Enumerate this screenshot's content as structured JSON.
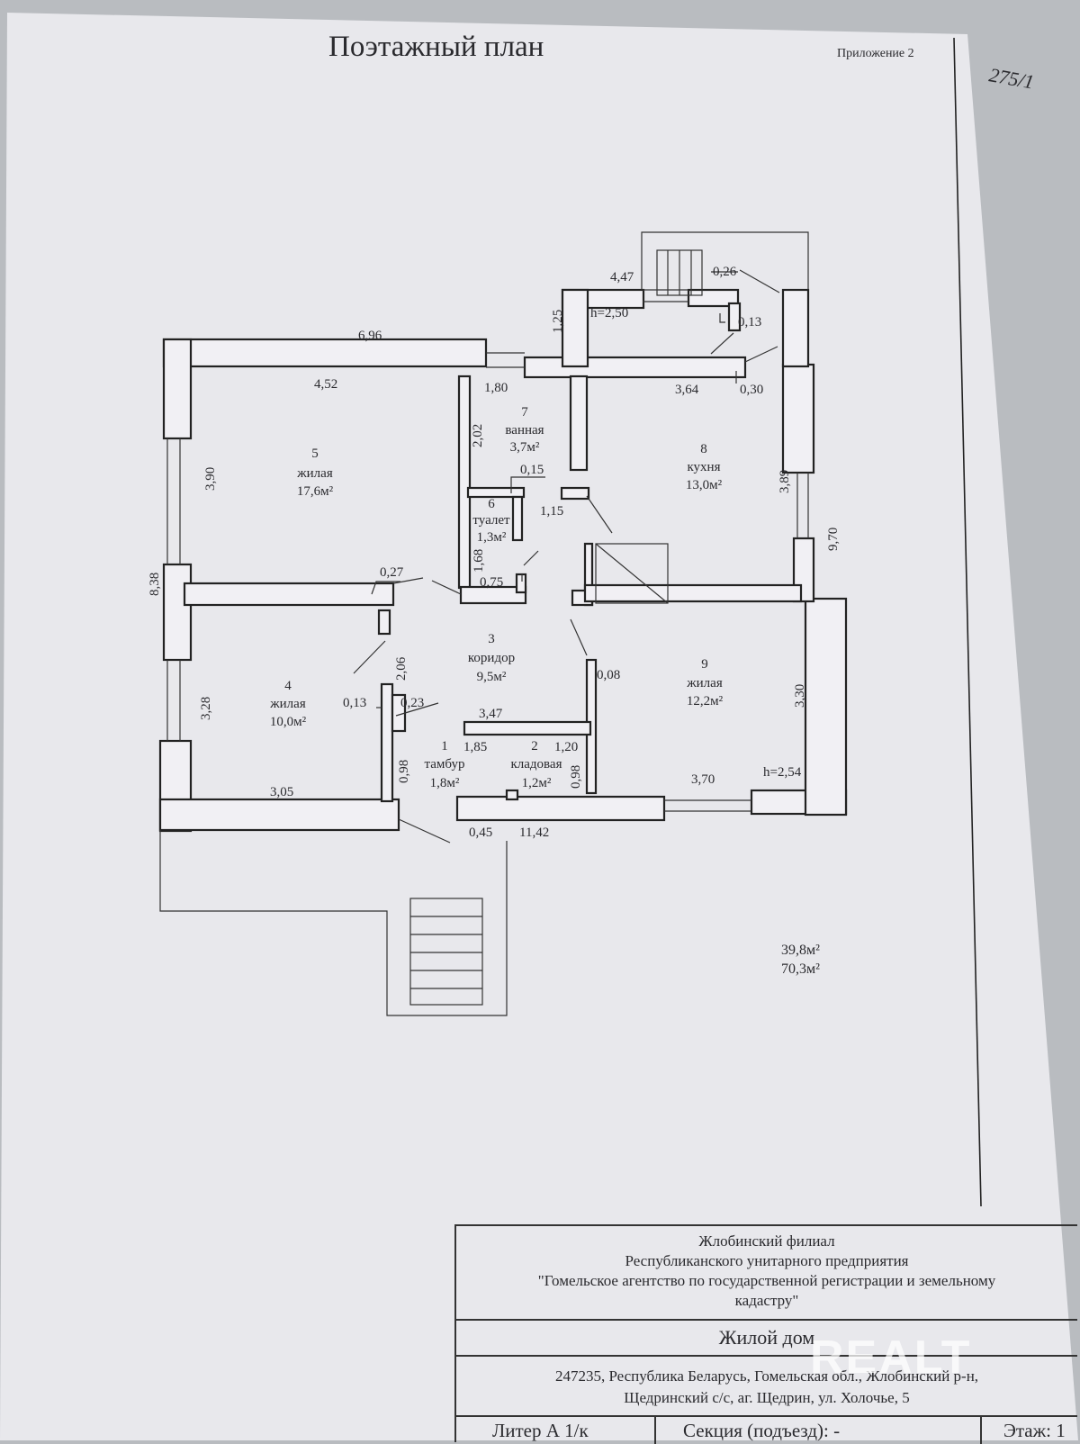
{
  "header": {
    "title": "Поэтажный план",
    "appendix": "Приложение 2",
    "handwritten_note": "275/1"
  },
  "rooms": [
    {
      "num": "1",
      "name": "тамбур",
      "area": "1,8м²"
    },
    {
      "num": "2",
      "name": "кладовая",
      "area": "1,2м²"
    },
    {
      "num": "3",
      "name": "коридор",
      "area": "9,5м²"
    },
    {
      "num": "4",
      "name": "жилая",
      "area": "10,0м²"
    },
    {
      "num": "5",
      "name": "жилая",
      "area": "17,6м²"
    },
    {
      "num": "6",
      "name": "туалет",
      "area": "1,3м²"
    },
    {
      "num": "7",
      "name": "ванная",
      "area": "3,7м²"
    },
    {
      "num": "8",
      "name": "кухня",
      "area": "13,0м²"
    },
    {
      "num": "9",
      "name": "жилая",
      "area": "12,2м²"
    }
  ],
  "dimensions": {
    "d_6_96": "6,96",
    "d_4_52": "4,52",
    "d_1_80": "1,80",
    "d_1_25": "1,25",
    "d_4_47": "4,47",
    "d_h250": "h=2,50",
    "d_0_26": "0,26",
    "d_0_13a": "0,13",
    "d_3_64": "3,64",
    "d_0_30": "0,30",
    "d_2_02": "2,02",
    "d_0_15": "0,15",
    "d_1_15": "1,15",
    "d_3_90": "3,90",
    "d_3_89": "3,89",
    "d_9_70": "9,70",
    "d_8_38": "8,38",
    "d_0_27": "0,27",
    "d_1_68": "1,68",
    "d_0_75": "0,75",
    "d_2_06": "2,06",
    "d_0_08": "0,08",
    "d_3_28": "3,28",
    "d_0_13b": "0,13",
    "d_0_23": "0,23",
    "d_3_47": "3,47",
    "d_3_30": "3,30",
    "d_1_85": "1,85",
    "d_1_20": "1,20",
    "d_0_98a": "0,98",
    "d_0_98b": "0,98",
    "d_3_05": "3,05",
    "d_3_70": "3,70",
    "d_h254": "h=2,54",
    "d_0_45": "0,45",
    "d_11_42": "11,42"
  },
  "totals": {
    "living": "39,8м²",
    "total": "70,3м²"
  },
  "stamp": {
    "org_line1": "Жлобинский филиал",
    "org_line2": "Республиканского унитарного предприятия",
    "org_line3": "\"Гомельское агентство по государственной регистрации и земельному",
    "org_line4": "кадастру\"",
    "object": "Жилой дом",
    "address_line1": "247235, Республика Беларусь, Гомельская обл., Жлобинский р-н,",
    "address_line2": "Щедринский с/с, аг. Щедрин, ул. Холочье, 5",
    "litera": "Литер А 1/к",
    "section": "Секция (подъезд): -",
    "floor": "Этаж: 1"
  },
  "watermark": "REALT"
}
